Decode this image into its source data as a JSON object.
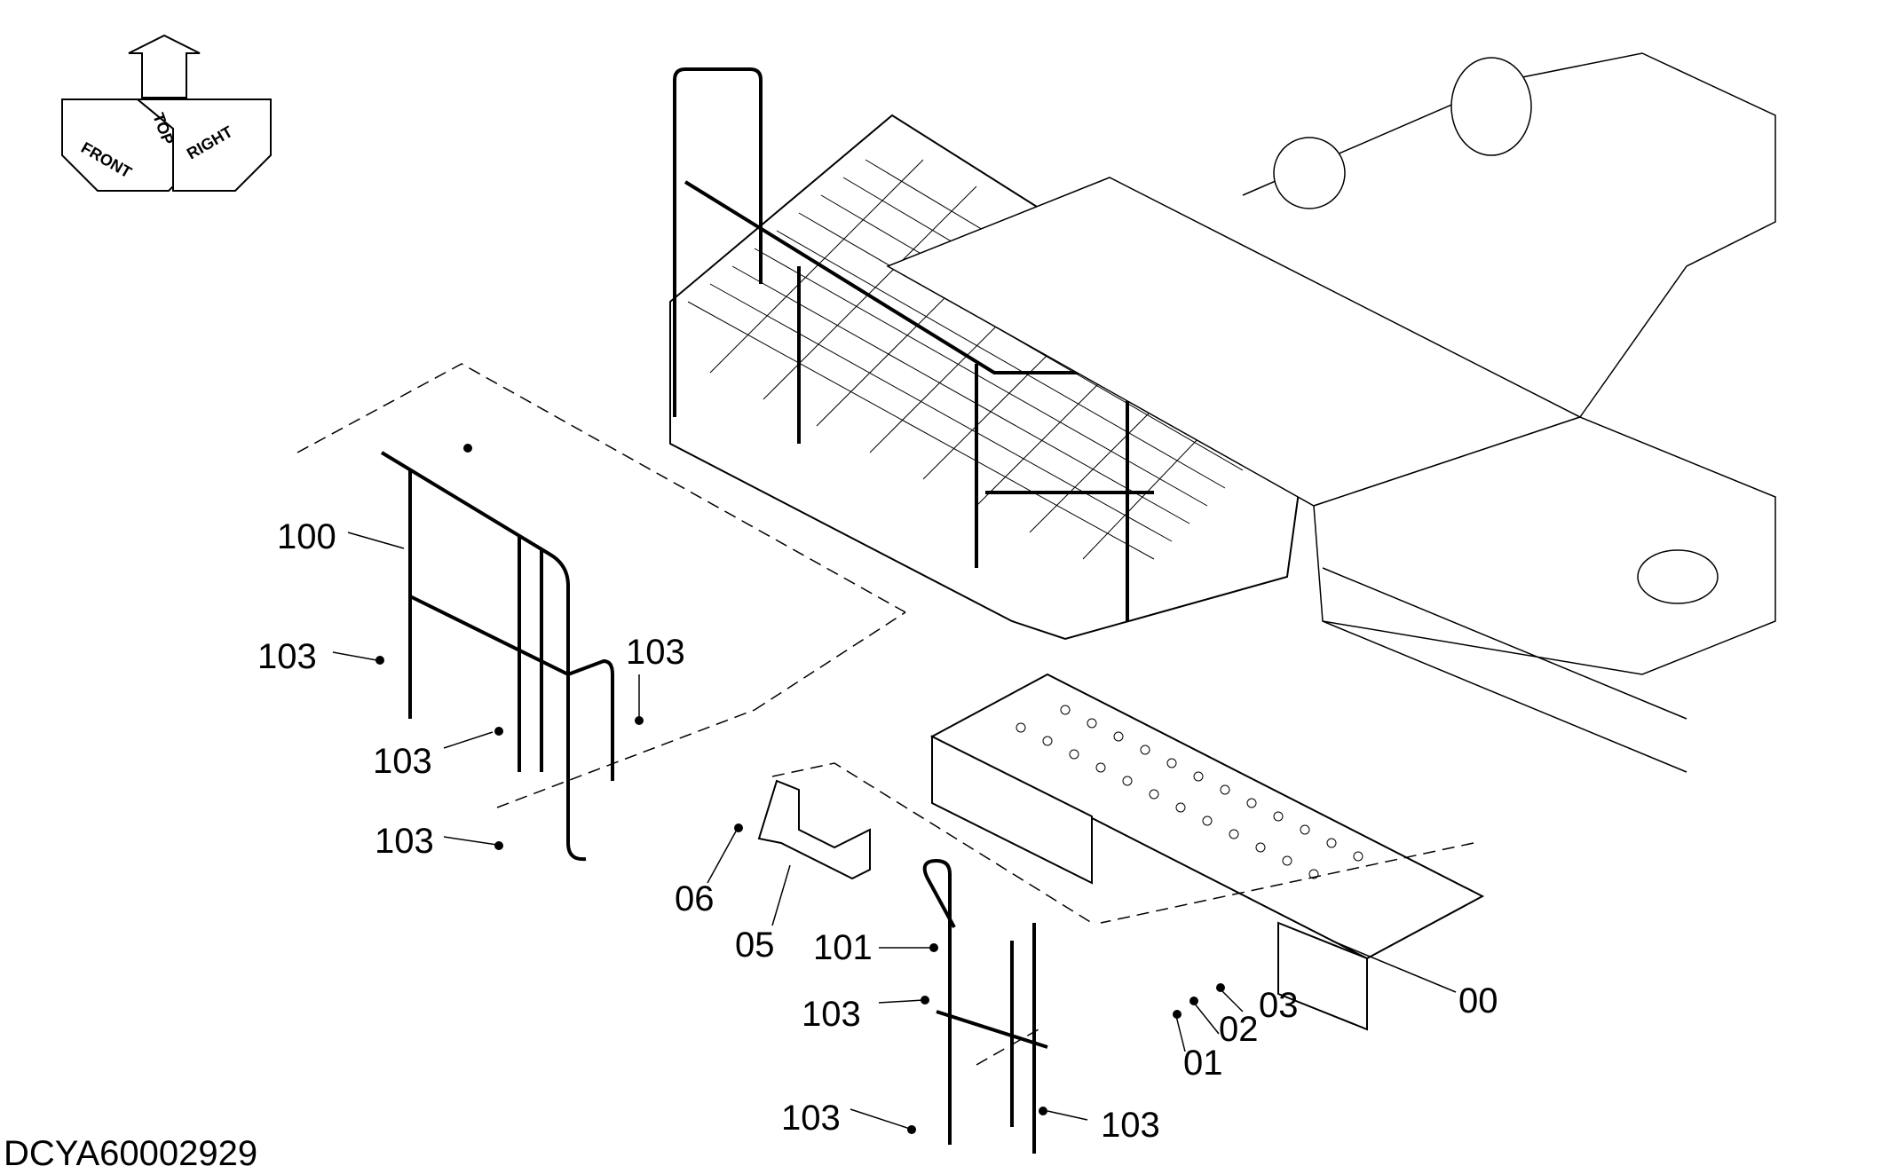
{
  "drawing_id": "DCYA60002929",
  "orientation": {
    "front": "FRONT",
    "top": "TOP",
    "right": "RIGHT"
  },
  "callouts": {
    "c100": "100",
    "c103_a": "103",
    "c103_b": "103",
    "c103_c": "103",
    "c103_d": "103",
    "c06": "06",
    "c05": "05",
    "c101": "101",
    "c103_e": "103",
    "c103_f": "103",
    "c103_g": "103",
    "c01": "01",
    "c02": "02",
    "c03": "03",
    "c00": "00"
  }
}
